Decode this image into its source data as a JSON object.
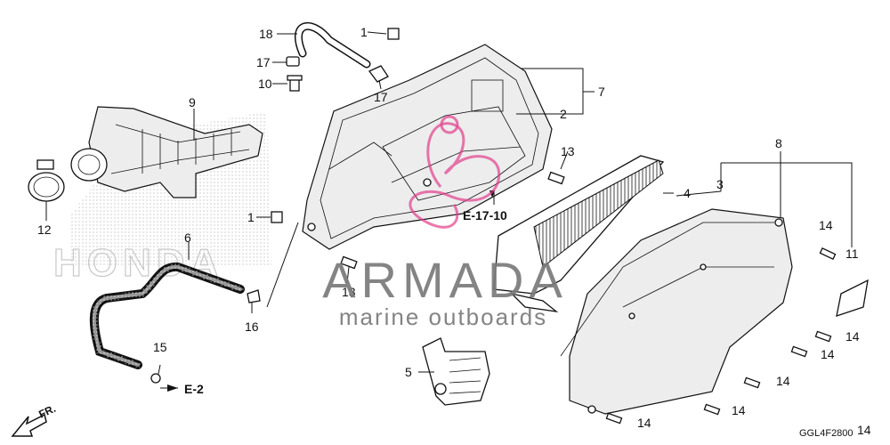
{
  "diagram": {
    "code": "GGL4F2800",
    "reference_e1710": "E-17-10",
    "reference_e2": "E-2",
    "front_marker": "FR."
  },
  "watermark": {
    "brand": "ARMADA",
    "tagline": "marine outboards",
    "background_logo": "HONDA",
    "colors": {
      "brand": "#7a7a7a",
      "accent": "#e23b8a"
    }
  },
  "callouts": {
    "c1a": "1",
    "c1b": "1",
    "c2": "2",
    "c3": "3",
    "c4": "4",
    "c5": "5",
    "c6": "6",
    "c7": "7",
    "c8": "8",
    "c9": "9",
    "c10": "10",
    "c11": "11",
    "c12": "12",
    "c13a": "13",
    "c13b": "13",
    "c14a": "14",
    "c14b": "14",
    "c14c": "14",
    "c14d": "14",
    "c14e": "14",
    "c14f": "14",
    "c14g": "14",
    "c15": "15",
    "c16": "16",
    "c17a": "17",
    "c17b": "17",
    "c18": "18"
  }
}
